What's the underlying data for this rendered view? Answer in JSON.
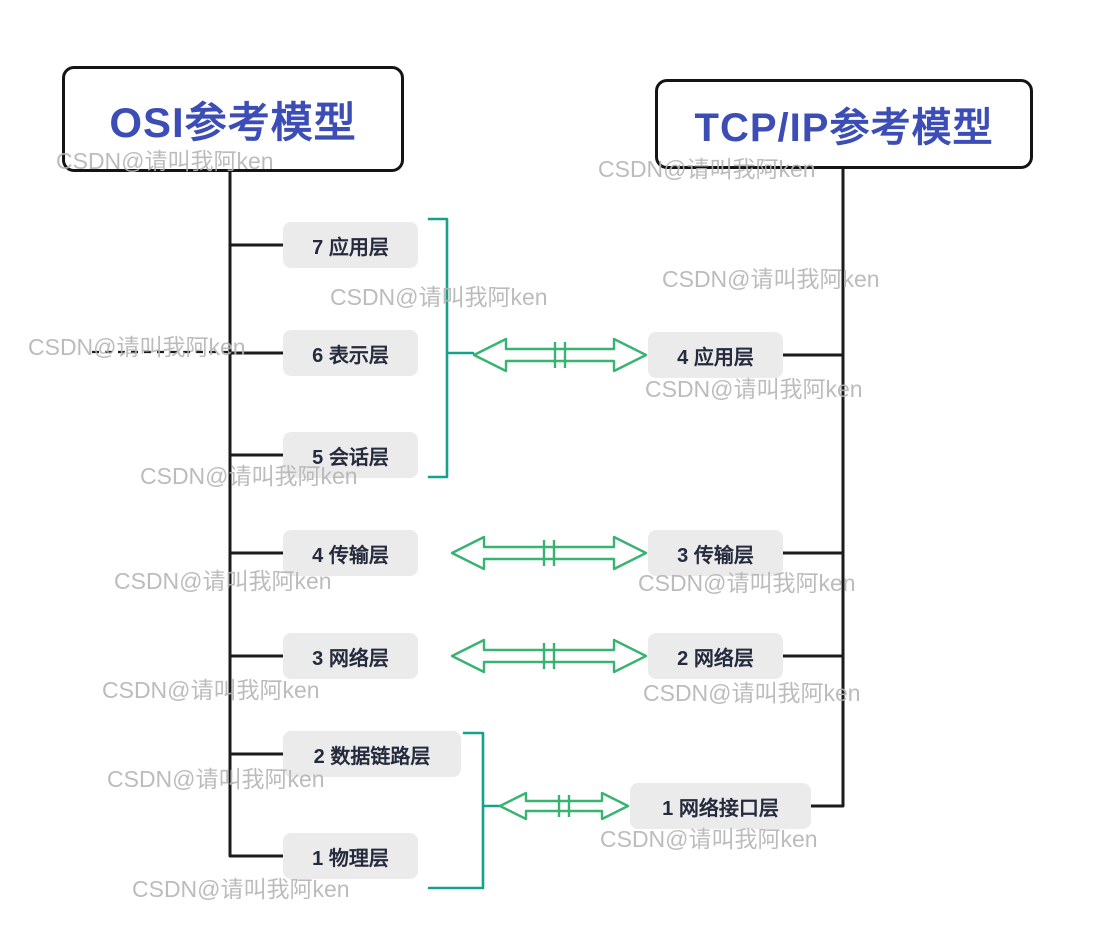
{
  "diagram": {
    "osi": {
      "title": "OSI参考模型",
      "layers": [
        {
          "label": "7 应用层"
        },
        {
          "label": "6 表示层"
        },
        {
          "label": "5 会话层"
        },
        {
          "label": "4 传输层"
        },
        {
          "label": "3 网络层"
        },
        {
          "label": "2 数据链路层"
        },
        {
          "label": "1 物理层"
        }
      ]
    },
    "tcpip": {
      "title": "TCP/IP参考模型",
      "layers": [
        {
          "label": "4 应用层"
        },
        {
          "label": "3 传输层"
        },
        {
          "label": "2 网络层"
        },
        {
          "label": "1 网络接口层"
        }
      ]
    },
    "mappings": [
      {
        "osi_layers": [
          "7 应用层",
          "6 表示层",
          "5 会话层"
        ],
        "tcpip_layer": "4 应用层"
      },
      {
        "osi_layers": [
          "4 传输层"
        ],
        "tcpip_layer": "3 传输层"
      },
      {
        "osi_layers": [
          "3 网络层"
        ],
        "tcpip_layer": "2 网络层"
      },
      {
        "osi_layers": [
          "2 数据链路层",
          "1 物理层"
        ],
        "tcpip_layer": "1 网络接口层"
      }
    ]
  },
  "watermark": {
    "text": "CSDN@请叫我阿ken"
  },
  "colors": {
    "title_text": "#3c4eb6",
    "box_border": "#141414",
    "layer_bg": "#ebebeb",
    "layer_text": "#252b3d",
    "trunk_line": "#1b1b1b",
    "bracket": "#17a18b",
    "arrow": "#38b372",
    "watermark": "#b5b5b5"
  }
}
